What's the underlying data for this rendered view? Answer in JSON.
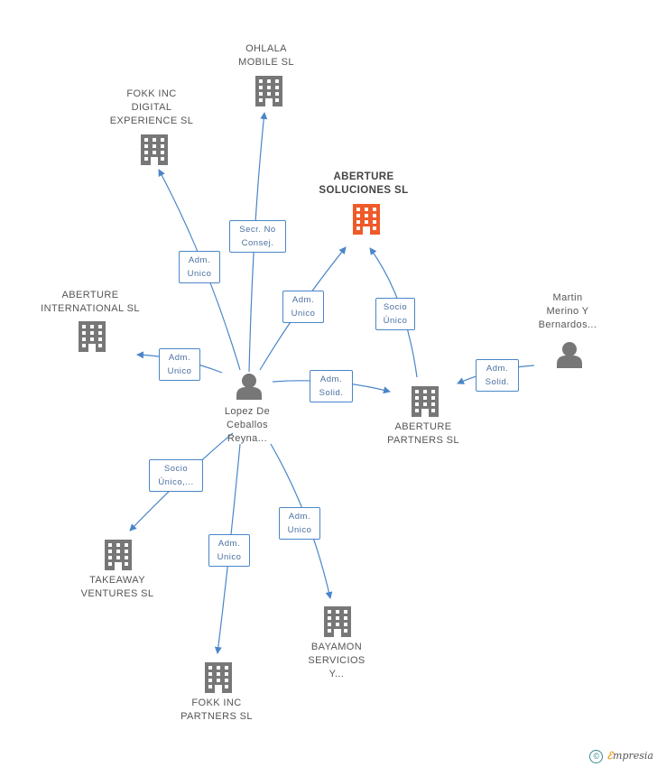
{
  "colors": {
    "edge": "#4a86c8",
    "building": "#777777",
    "building_main": "#f05a28",
    "person": "#777777"
  },
  "nodes": {
    "ohlala": "OHLALA\nMOBILE SL",
    "fokk_digital": "FOKK INC\nDIGITAL\nEXPERIENCE SL",
    "aberture_soluciones": "ABERTURE\nSOLUCIONES SL",
    "aberture_international": "ABERTURE\nINTERNATIONAL SL",
    "martin": "Martin\nMerino Y\nBernardos...",
    "lopez": "Lopez De\nCeballos\nReyna...",
    "aberture_partners": "ABERTURE\nPARTNERS SL",
    "takeaway": "TAKEAWAY\nVENTURES  SL",
    "bayamon": "BAYAMON\nSERVICIOS\nY...",
    "fokk_partners": "FOKK INC\nPARTNERS SL"
  },
  "edges": {
    "secr_no_consej": "Secr.  No\nConsej.",
    "adm_unico_fokk_digital": "Adm.\nUnico",
    "adm_unico_soluciones": "Adm.\nUnico",
    "socio_unico_soluciones": "Socio\nÚnico",
    "adm_unico_international": "Adm.\nUnico",
    "adm_solid_partners": "Adm.\nSolid.",
    "adm_solid_martin": "Adm.\nSolid.",
    "socio_unico_takeaway": "Socio\nÚnico,...",
    "adm_unico_fokk_partners": "Adm.\nUnico",
    "adm_unico_bayamon": "Adm.\nUnico"
  },
  "footer": {
    "copyright_symbol": "©",
    "brand_first": "ℰ",
    "brand_rest": "mpresia"
  }
}
